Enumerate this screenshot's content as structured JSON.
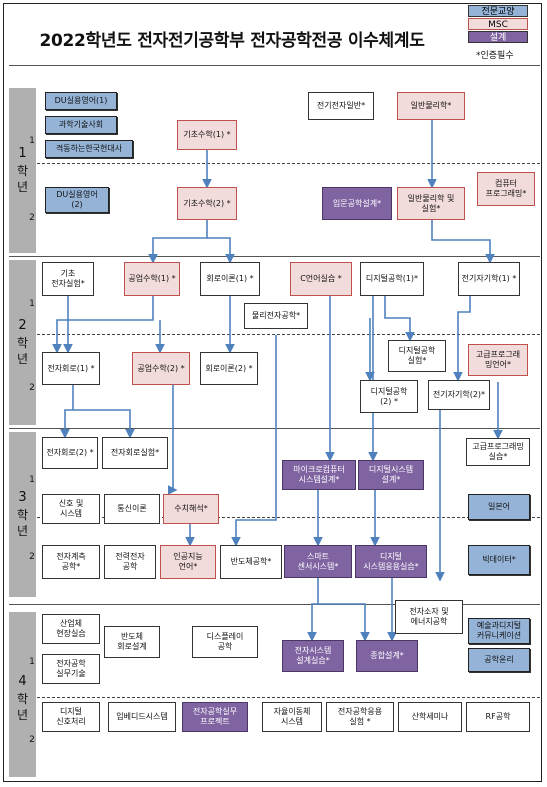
{
  "title": "2022학년도 전자전기공학부 전자공학전공 이수체계도",
  "legend": {
    "major": "전문교양",
    "msc": "MSC",
    "design": "설계",
    "cert": "*인증필수"
  },
  "grades": [
    {
      "num": "1",
      "char1": "학",
      "char2": "년"
    },
    {
      "num": "2",
      "char1": "학",
      "char2": "년"
    },
    {
      "num": "3",
      "char1": "학",
      "char2": "년"
    },
    {
      "num": "4",
      "char1": "학",
      "char2": "년"
    }
  ],
  "semesters": {
    "s1": "1",
    "s2": "2"
  },
  "courses": {
    "du_english1": "DU실용영어(1)",
    "sci_writing": "과학기술사회",
    "korean_modern": "격동하는한국현대사",
    "du_english2": "DU실용영어\n(2)",
    "elec_general": "전기전자일반*",
    "gen_physics": "일반물리학*",
    "basic_math1": "기초수학(1) *",
    "basic_math2": "기초수학(2) *",
    "intro_eng_design": "입문공학설계*",
    "physics_lab": "일반물리학 및\n실험*",
    "computer_prog": "컴퓨터\n프로그래밍*",
    "basic_elec_lab": "기초\n전자실험*",
    "eng_math1": "공업수학(1) *",
    "circuit1": "회로이론(1) *",
    "c_prog": "C언어실습 *",
    "digital_eng1": "디지털공학(1)*",
    "emag1": "전기자기학(1) *",
    "logic_design": "물리전자공학*",
    "digital_lab": "디지털공학\n실험*",
    "adv_prog_a": "고급프로그래\n밍언어*",
    "elec_circuit1": "전자회로(1) *",
    "eng_math2": "공업수학(2) *",
    "circuit2": "회로이론(2) *",
    "digital_eng2": "디지털공학\n(2) *",
    "emag2": "전기자기학(2)*",
    "elec_circuit2": "전자회로(2) *",
    "circuit_lab": "전자회로실험*",
    "micro_design": "마이크로컴퓨터\n시스템설계*",
    "digital_sys_design": "디지털시스템\n설계*",
    "adv_prog_lab": "고급프로그래밍\n실습*",
    "signals": "신호 및\n시스템",
    "comm_theory": "통신이론",
    "numerical": "수치해석*",
    "japanese": "일본어",
    "elec_measure": "전자계측\n공학*",
    "power_elec": "전력전자\n공학",
    "ai_lang": "인공지능\n언어*",
    "semiconductor": "반도체공학*",
    "smart_sensor": "스마트\n센서시스템*",
    "digital_sys_app": "디지털\n시스템응용실습*",
    "bigdata": "빅데이터*",
    "industry_practice": "산업체\n현장실습",
    "semi_circuit": "반도체\n회로설계",
    "display": "디스플레이\n공학",
    "device_energy": "전자소자 및\n에너지공학",
    "art_digital": "예술과디지털\n커뮤니케이션",
    "elec_career": "전자공학\n실무기술",
    "elec_sys_design": "전자시스템\n설계실습*",
    "capstone": "종합설계*",
    "eng_ethics": "공학윤리",
    "dsp": "디지털\n신호처리",
    "embedded": "임베디드시스템",
    "practice_project": "전자공학실무\n프로젝트",
    "autonomous": "자율이동체\n시스템",
    "elec_app_lab": "전자공학응용\n실험 *",
    "seminar": "산학세미나",
    "rf": "RF공학"
  }
}
